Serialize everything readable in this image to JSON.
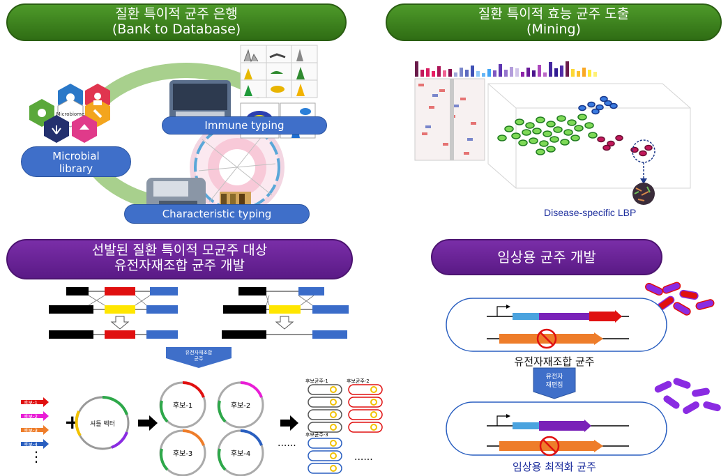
{
  "q1": {
    "title_line1": "질환 특이적 균주 은행",
    "title_line2": "(Bank to Database)",
    "center_label": "Microbiome",
    "microbial_line1": "Microbial",
    "microbial_line2": "library",
    "immune": "Immune typing",
    "characteristic": "Characteristic typing"
  },
  "q2": {
    "title_line1": "질환 특이적 효능 균주 도출",
    "title_line2": "(Mining)",
    "lbp": "Disease-specific LBP"
  },
  "q3": {
    "title_line1": "선발된 질환 특이적 모균주 대상",
    "title_line2": "유전자재조합 균주 개발",
    "arrow_line1": "유전자재조합",
    "arrow_line2": "균주",
    "vector": "셔틀 벡터",
    "cand": [
      "후보-1",
      "후보-2",
      "후보-3",
      "후보-4"
    ],
    "strains": [
      "후보균주-1",
      "후보균주-2",
      "후보균주-3"
    ],
    "dots": "......",
    "vdots": "⋮"
  },
  "q4": {
    "title": "임상용 균주 개발",
    "cap1": "유전자재조합 균주",
    "arrow_line1": "유전자",
    "arrow_line2": "재편집",
    "cap2": "임상용 최적화 균주"
  },
  "colors": {
    "green": "#3f8420",
    "purple": "#6a2499",
    "blue": "#3f6fc9",
    "red": "#e81c1c",
    "yellow": "#ffe600",
    "orange": "#ee7d2a"
  }
}
